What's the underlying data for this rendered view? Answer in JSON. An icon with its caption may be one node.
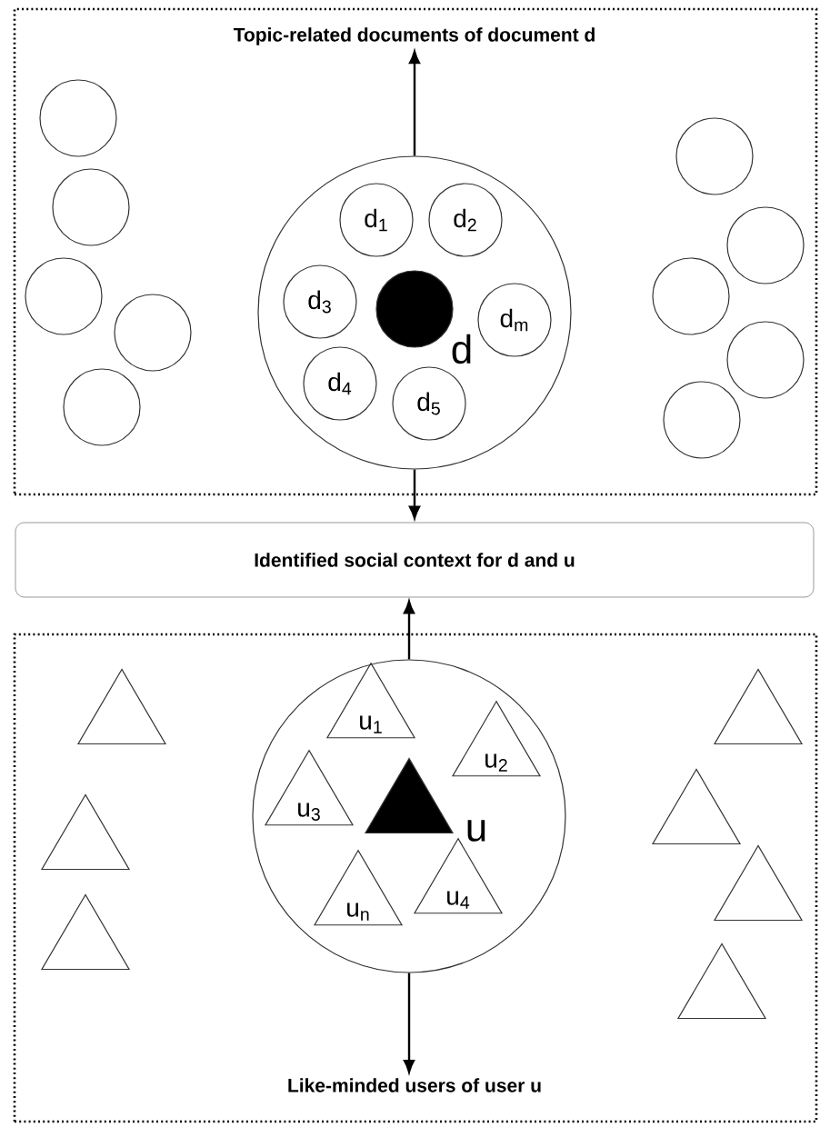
{
  "diagram": {
    "nodes": [
      {
        "text": [],
        "shape": "box"
      },
      {
        "text": [
          "Topic-related documents of document d"
        ],
        "in": 0
      },
      {
        "text": [],
        "shape": "circle",
        "in": 0
      },
      {
        "text": [],
        "shape": "circle",
        "in": 0
      },
      {
        "text": [],
        "shape": "circle",
        "in": 0
      },
      {
        "text": [],
        "shape": "circle",
        "in": 0
      },
      {
        "text": [],
        "shape": "circle",
        "in": 0
      },
      {
        "text": [],
        "shape": "circle",
        "in": 0
      },
      {
        "text": [
          "d$_{1}$"
        ],
        "in": 7
      },
      {
        "text": [
          "d$_{2}$"
        ],
        "in": 7
      },
      {
        "text": [
          "d$_{3}$"
        ],
        "in": 7
      },
      {
        "text": [],
        "shape": "circle",
        "beside": [
          "d"
        ],
        "in": 7
      },
      {
        "text": [
          "d$_{m}$"
        ],
        "in": 7
      },
      {
        "text": [
          "d$_{4}$"
        ],
        "in": 7
      },
      {
        "text": [
          "d$_{5}$"
        ],
        "in": 7
      },
      {
        "text": [],
        "shape": "circle",
        "in": 0
      },
      {
        "text": [],
        "shape": "circle",
        "in": 0
      },
      {
        "text": [],
        "shape": "circle",
        "in": 0
      },
      {
        "text": [],
        "shape": "circle",
        "in": 0
      },
      {
        "text": [],
        "shape": "circle",
        "in": 0
      },
      {
        "text": [
          "Identified social context for d and u"
        ]
      },
      {
        "text": [],
        "shape": "box"
      },
      {
        "text": [],
        "shape": "triangle",
        "in": 21
      },
      {
        "text": [],
        "shape": "triangle",
        "in": 21
      },
      {
        "text": [],
        "shape": "triangle",
        "in": 21
      },
      {
        "text": [],
        "shape": "circle",
        "in": 21
      },
      {
        "text": [
          "u$_{1}$"
        ],
        "in": 25
      },
      {
        "text": [
          "u$_{2}$"
        ],
        "in": 25
      },
      {
        "text": [
          "u$_{3}$"
        ],
        "in": 25
      },
      {
        "text": [],
        "shape": "triangle",
        "beside": [
          "u"
        ],
        "in": 25
      },
      {
        "text": [
          "u$_{n}$"
        ],
        "in": 25
      },
      {
        "text": [
          "u$_{4}$"
        ],
        "in": 25
      },
      {
        "text": [],
        "shape": "triangle",
        "in": 21
      },
      {
        "text": [],
        "shape": "triangle",
        "in": 21
      },
      {
        "text": [],
        "shape": "triangle",
        "in": 21
      },
      {
        "text": [],
        "shape": "triangle",
        "in": 21
      },
      {
        "text": [
          "Like-minded users of user u"
        ],
        "in": 21
      }
    ],
    "edges": [
      {
        "from": 7,
        "to": 1,
        "arrow": "to"
      },
      {
        "from": 7,
        "to": 20,
        "arrow": "to"
      },
      {
        "from": 25,
        "to": 20,
        "arrow": "to"
      },
      {
        "from": 25,
        "to": 36,
        "arrow": "to"
      }
    ]
  }
}
